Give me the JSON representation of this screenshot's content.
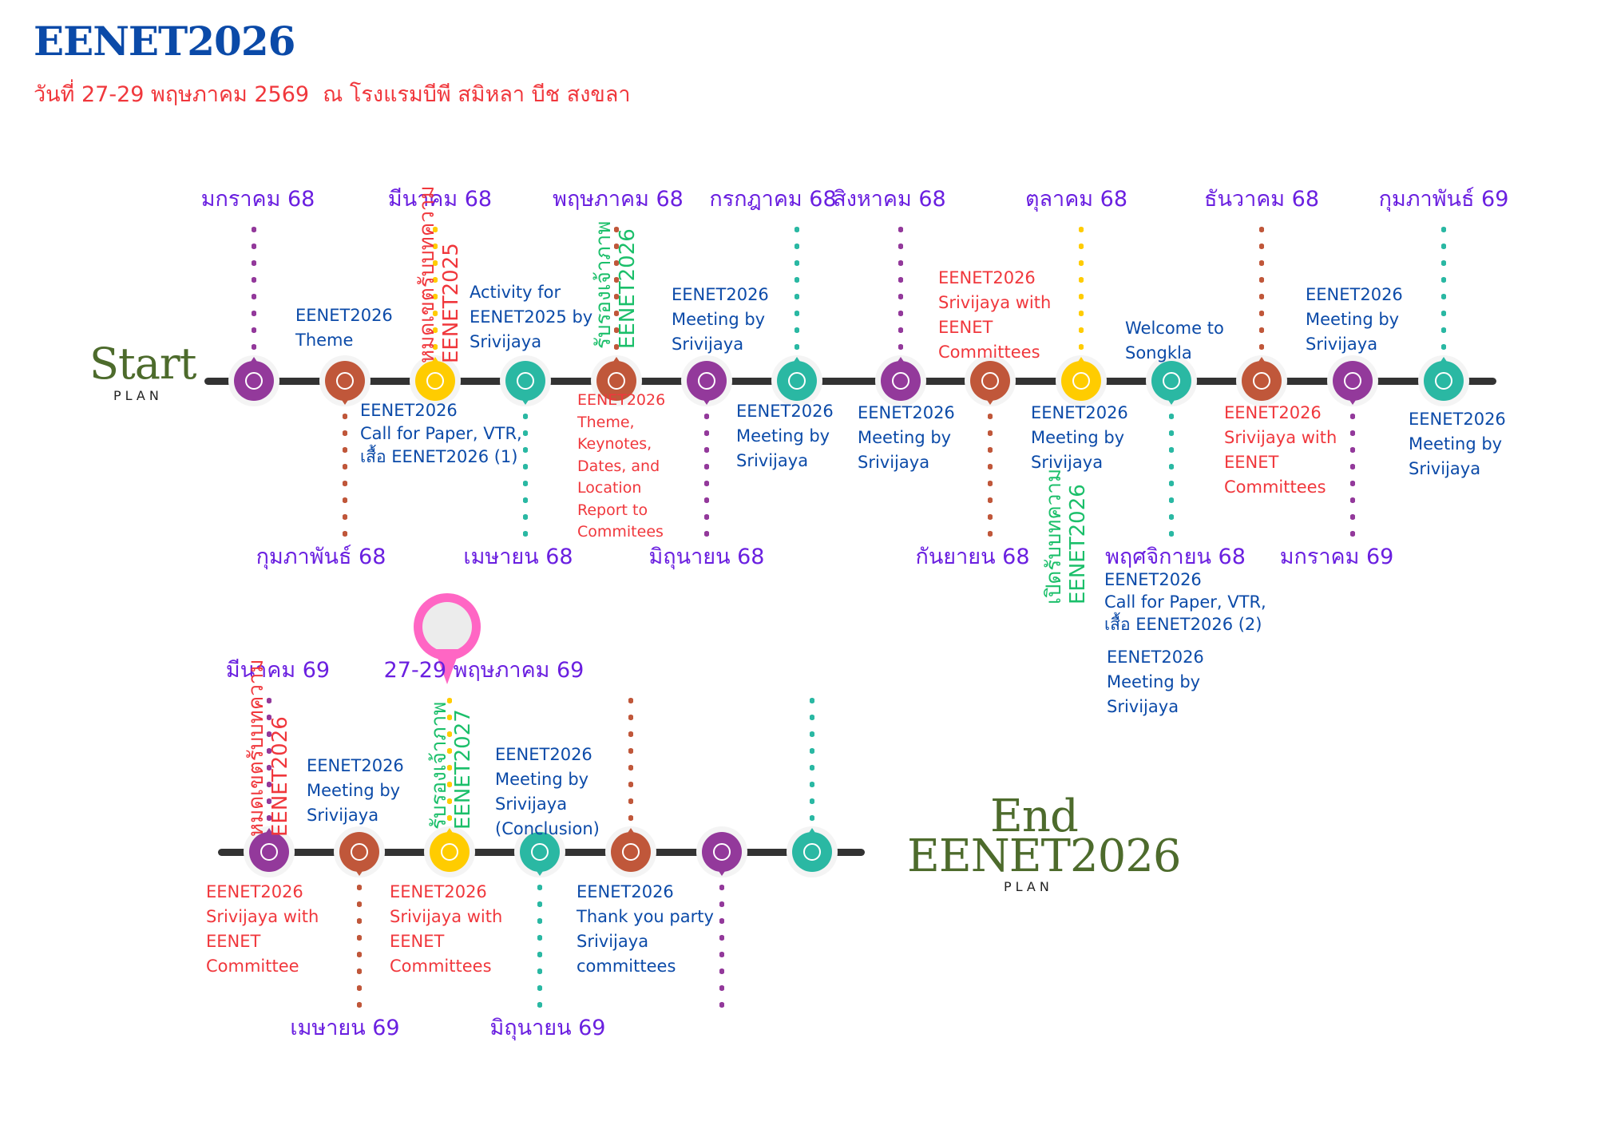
{
  "header": {
    "title": "EENET2026",
    "subtitle": "วันที่ 27-29 พฤษภาคม 2569  ณ โรงแรมบีพี สมิหลา บีช สงขลา"
  },
  "colors": {
    "title": "#0b4aa8",
    "subtitle": "#f0373c",
    "month_label": "#6a1fe0",
    "desc_blue": "#0b4aa8",
    "desc_red": "#f0373c",
    "vertical_green": "#1bbf6a",
    "line": "#333333",
    "start_end": "#4d6b2c",
    "pin": "#ff66c4",
    "node_purple": "#93399b",
    "node_orange": "#c0573a",
    "node_yellow": "#ffcc00",
    "node_teal": "#2ab8a3"
  },
  "start": {
    "label": "Start",
    "sub": "PLAN"
  },
  "end": {
    "label_1": "End",
    "label_2": "EENET2026",
    "sub": "PLAN"
  },
  "timeline_top": {
    "months": [
      {
        "label": "มกราคม 68",
        "position": "above",
        "color": "purple"
      },
      {
        "label": "กุมภาพันธ์ 68",
        "position": "below",
        "color": "orange"
      },
      {
        "label": "มีนาคม 68",
        "position": "above",
        "color": "yellow"
      },
      {
        "label": "เมษายน 68",
        "position": "below",
        "color": "teal"
      },
      {
        "label": "พฤษภาคม 68",
        "position": "above",
        "color": "orange"
      },
      {
        "label": "มิถุนายน 68",
        "position": "below",
        "color": "purple"
      },
      {
        "label": "กรกฎาคม 68",
        "position": "above",
        "color": "teal"
      },
      {
        "label": "สิงหาคม 68",
        "position": "above",
        "color": "purple"
      },
      {
        "label": "กันยายน 68",
        "position": "below",
        "color": "orange"
      },
      {
        "label": "ตุลาคม 68",
        "position": "above",
        "color": "yellow"
      },
      {
        "label": "พฤศจิกายน 68",
        "position": "below",
        "color": "teal"
      },
      {
        "label": "ธันวาคม 68",
        "position": "above",
        "color": "orange"
      },
      {
        "label": "มกราคม 69",
        "position": "below",
        "color": "purple"
      },
      {
        "label": "กุมภาพันธ์ 69",
        "position": "above",
        "color": "teal"
      }
    ],
    "events": {
      "theme": "EENET2026\nTheme",
      "cfp1": "EENET2026\nCall for Paper, VTR,\nเสื้อ EENET2026 (1)",
      "deadline_2025": "หมดเขตรับบทความ\nEENET2025",
      "activity_2025": "Activity for\nEENET2025 by\nSrivijaya",
      "host_2026": "รับรองเจ้าภาพ\nEENET2026",
      "theme_report": "EENET2026\nTheme,\nKeynotes,\nDates, and\nLocation\nReport to\nCommitees",
      "meeting_jun68": "EENET2026\nMeeting by\nSrivijaya",
      "meeting_jul68": "EENET2026\nMeeting by\nSrivijaya",
      "meeting_aug68": "EENET2026\nMeeting by\nSrivijaya",
      "committee_sep68": "EENET2026\nSrivijaya with\nEENET\nCommittees",
      "meeting_oct68": "EENET2026\nMeeting by\nSrivijaya",
      "open_submission": "เปิดรับบทความ\nEENET2026",
      "welcome": "Welcome to\nSongkla",
      "cfp2": "EENET2026\nCall for Paper, VTR,\nเสื้อ EENET2026 (2)",
      "meeting_nov68": "EENET2026\nMeeting by\nSrivijaya",
      "committee_dec68": "EENET2026\nSrivijaya with\nEENET\nCommittees",
      "meeting_jan69": "EENET2026\nMeeting by\nSrivijaya",
      "meeting_feb69": "EENET2026\nMeeting by\nSrivijaya"
    }
  },
  "timeline_bottom": {
    "months": [
      {
        "label": "มีนาคม 69",
        "position": "above",
        "color": "purple"
      },
      {
        "label": "เมษายน 69",
        "position": "below",
        "color": "orange"
      },
      {
        "label": "27-29 พฤษภาคม 69",
        "position": "above",
        "color": "yellow"
      },
      {
        "label": "มิถุนายน 69",
        "position": "below",
        "color": "teal"
      },
      {
        "label": "",
        "position": "above",
        "color": "orange"
      },
      {
        "label": "",
        "position": "below",
        "color": "purple"
      },
      {
        "label": "",
        "position": "above",
        "color": "teal"
      }
    ],
    "events": {
      "deadline_2026": "หมดเขตรับบทความ\nEENET2026",
      "meeting_mar69": "EENET2026\nMeeting by\nSrivijaya",
      "host_2027": "รับรองเจ้าภาพ\nEENET2027",
      "meeting_conclusion": "EENET2026\nMeeting by\nSrivijaya\n(Conclusion)",
      "committee_mar69": "EENET2026\nSrivijaya with\nEENET\nCommittee",
      "committee_apr69": "EENET2026\nSrivijaya with\nEENET\nCommittees",
      "thank_you": "EENET2026\nThank you party\nSrivijaya\ncommittees"
    }
  }
}
